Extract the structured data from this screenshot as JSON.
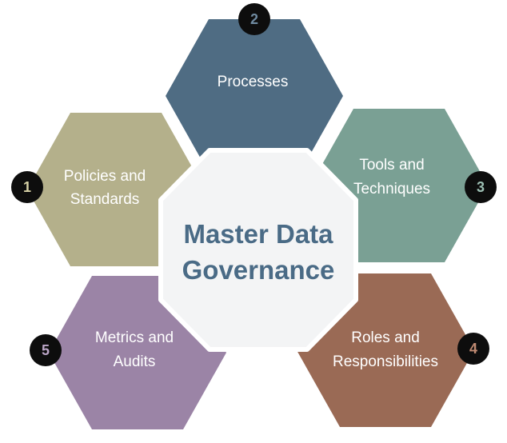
{
  "center": {
    "title_line1": "Master Data",
    "title_line2": "Governance",
    "fill": "#f3f4f5",
    "text_color": "#4a6b86"
  },
  "segments": [
    {
      "number": "1",
      "line1": "Policies and",
      "line2": "Standards",
      "fill": "#b4b08b",
      "badge_text_color": "#d6d1a6"
    },
    {
      "number": "2",
      "line1": "Processes",
      "line2": "",
      "fill": "#4f6c83",
      "badge_text_color": "#6f8aa0"
    },
    {
      "number": "3",
      "line1": "Tools and",
      "line2": "Techniques",
      "fill": "#7aa094",
      "badge_text_color": "#9cbfb3"
    },
    {
      "number": "4",
      "line1": "Roles and",
      "line2": "Responsibilities",
      "fill": "#9a6a55",
      "badge_text_color": "#c08a72"
    },
    {
      "number": "5",
      "line1": "Metrics and",
      "line2": "Audits",
      "fill": "#9b84a6",
      "badge_text_color": "#bca6c8"
    }
  ],
  "badge_fill": "#0d0d0d"
}
